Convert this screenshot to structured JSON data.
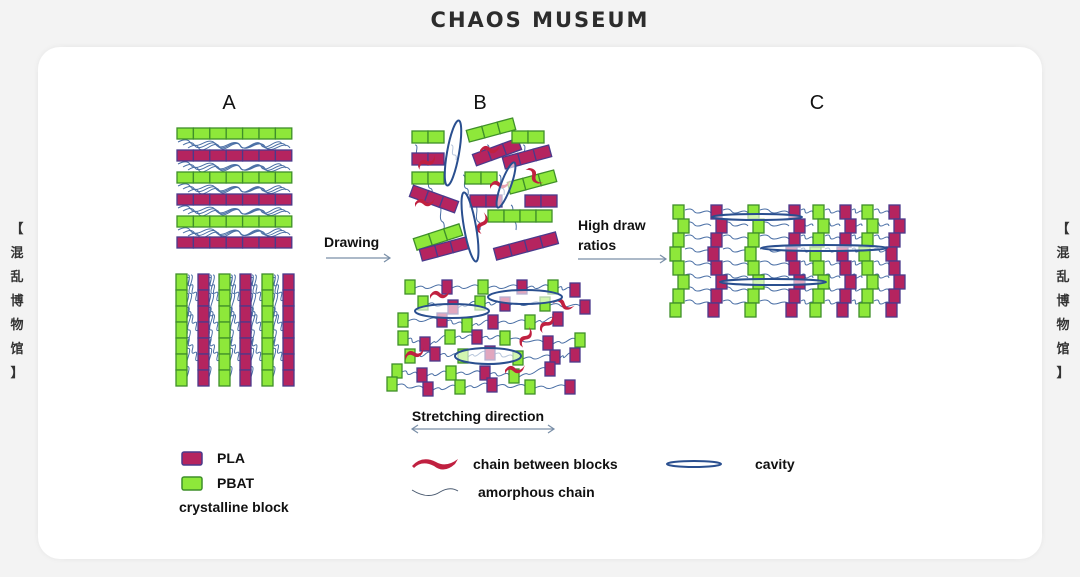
{
  "header": {
    "title": "CHAOS MUSEUM"
  },
  "side_labels": {
    "left": [
      "【",
      "混",
      "乱",
      "博",
      "物",
      "馆",
      "】"
    ],
    "right": [
      "【",
      "混",
      "乱",
      "博",
      "物",
      "馆",
      "】"
    ]
  },
  "diagram": {
    "panels": [
      {
        "id": "A",
        "label": "A"
      },
      {
        "id": "B",
        "label": "B"
      },
      {
        "id": "C",
        "label": "C"
      }
    ],
    "arrows": {
      "drawing": "Drawing",
      "high_draw_line1": "High draw",
      "high_draw_line2": "ratios",
      "stretching": "Stretching direction"
    },
    "colors": {
      "pla": "#b5245f",
      "pla_border": "#4a3a8c",
      "pbat": "#8ee83a",
      "pbat_border": "#3f8f2a",
      "amorphous": "#4a6fa5",
      "cavity": "#2a4f8f",
      "bridge": "#c02040"
    }
  },
  "legend": {
    "pla": "PLA",
    "pbat": "PBAT",
    "crystalline": "crystalline block",
    "chain_between": "chain between blocks",
    "amorphous": "amorphous chain",
    "cavity": "cavity"
  }
}
